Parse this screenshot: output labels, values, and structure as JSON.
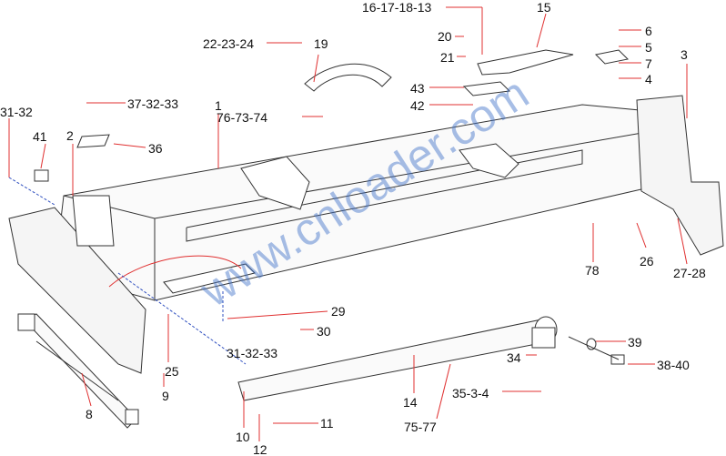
{
  "watermark": "www.cnloader.com",
  "colors": {
    "leader": "#e03030",
    "outline": "#333333",
    "callout_dash": "#3050c0"
  },
  "labels": {
    "l16_17_18_13": "16-17-18-13",
    "l15": "15",
    "l6": "6",
    "l5": "5",
    "l7": "7",
    "l4": "4",
    "l3": "3",
    "l20": "20",
    "l21": "21",
    "l22_23_24": "22-23-24",
    "l19": "19",
    "l43": "43",
    "l42": "42",
    "l37_32_33": "37-32-33",
    "l1": "1",
    "l76_73_74": "76-73-74",
    "l31_32": "31-32",
    "l41": "41",
    "l2": "2",
    "l36": "36",
    "l26": "26",
    "l78": "78",
    "l27_28": "27-28",
    "l29": "29",
    "l30": "30",
    "l31_32_33": "31-32-33",
    "l25": "25",
    "l39": "39",
    "l34": "34",
    "l38_40": "38-40",
    "l14": "14",
    "l35_3_4": "35-3-4",
    "l75_77": "75-77",
    "l8": "8",
    "l9": "9",
    "l10": "10",
    "l12": "12",
    "l11": "11"
  }
}
